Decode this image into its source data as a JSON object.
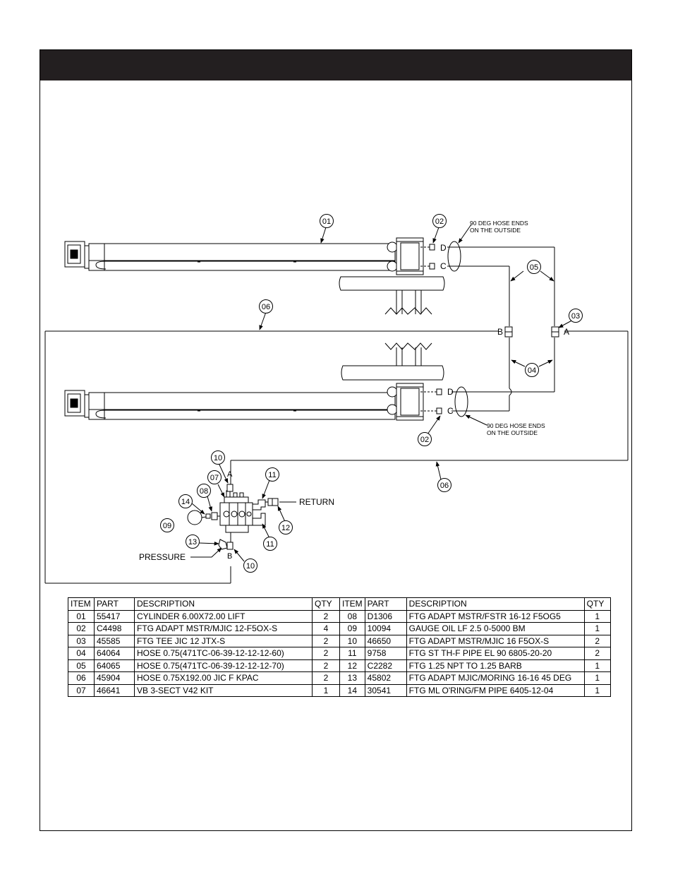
{
  "diagram": {
    "balloons": {
      "b01": "01",
      "b02_top": "02",
      "b02_bottom": "02",
      "b03": "03",
      "b04": "04",
      "b05": "05",
      "b06_left": "06",
      "b06_right": "06",
      "b07": "07",
      "b08": "08",
      "b09": "09",
      "b10_top": "10",
      "b10_bottom": "10",
      "b11_top": "11",
      "b11_bottom": "11",
      "b12": "12",
      "b13": "13",
      "b14": "14"
    },
    "ports": {
      "d_top": "D",
      "c_top": "C",
      "d_bottom": "D",
      "c_bottom": "C",
      "tee_b": "B",
      "tee_a": "A",
      "valve_a": "A",
      "valve_b": "B"
    },
    "notes": {
      "top_line1": "90 DEG HOSE ENDS",
      "top_line2": "ON THE OUTSIDE",
      "bottom_line1": "90 DEG HOSE ENDS",
      "bottom_line2": "ON THE OUTSIDE"
    },
    "callouts": {
      "return": "RETURN",
      "pressure": "PRESSURE"
    }
  },
  "parts_table": {
    "headers": [
      "ITEM",
      "PART",
      "DESCRIPTION",
      "QTY",
      "ITEM",
      "PART",
      "DESCRIPTION",
      "QTY"
    ],
    "rows": [
      [
        "01",
        "55417",
        "CYLINDER 6.00X72.00 LIFT",
        "2",
        "08",
        "D1306",
        "FTG ADAPT MSTR/FSTR 16-12 F5OG5",
        "1"
      ],
      [
        "02",
        "C4498",
        "FTG ADAPT MSTR/MJIC 12-F5OX-S",
        "4",
        "09",
        "10094",
        "GAUGE OIL LF 2.5 0-5000 BM",
        "1"
      ],
      [
        "03",
        "45585",
        "FTG TEE JIC 12 JTX-S",
        "2",
        "10",
        "46650",
        "FTG ADAPT MSTR/MJIC 16 F5OX-S",
        "2"
      ],
      [
        "04",
        "64064",
        "HOSE 0.75(471TC-06-39-12-12-12-60)",
        "2",
        "11",
        "9758",
        "FTG ST TH-F PIPE EL 90 6805-20-20",
        "2"
      ],
      [
        "05",
        "64065",
        "HOSE 0.75(471TC-06-39-12-12-12-70)",
        "2",
        "12",
        "C2282",
        "FTG 1.25 NPT TO 1.25 BARB",
        "1"
      ],
      [
        "06",
        "45904",
        "HOSE 0.75X192.00 JIC F KPAC",
        "2",
        "13",
        "45802",
        "FTG ADAPT MJIC/MORING 16-16 45 DEG",
        "1"
      ],
      [
        "07",
        "46641",
        "VB 3-SECT V42 KIT",
        "1",
        "14",
        "30541",
        "FTG ML O'RING/FM PIPE 6405-12-04",
        "1"
      ]
    ]
  }
}
